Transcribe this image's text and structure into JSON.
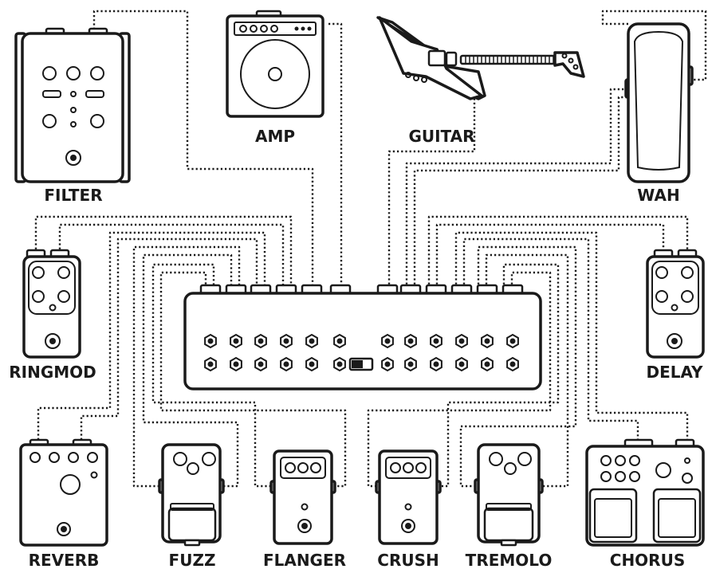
{
  "labels": {
    "filter": "FILTER",
    "amp": "AMP",
    "guitar": "GUITAR",
    "wah": "WAH",
    "ringmod": "RINGMOD",
    "delay": "DELAY",
    "reverb": "REVERB",
    "fuzz": "FUZZ",
    "flanger": "FLANGER",
    "crush": "CRUSH",
    "tremolo": "TREMOLO",
    "chorus": "CHORUS"
  },
  "colors": {
    "ink": "#1a1a1a",
    "background": "#ffffff"
  }
}
